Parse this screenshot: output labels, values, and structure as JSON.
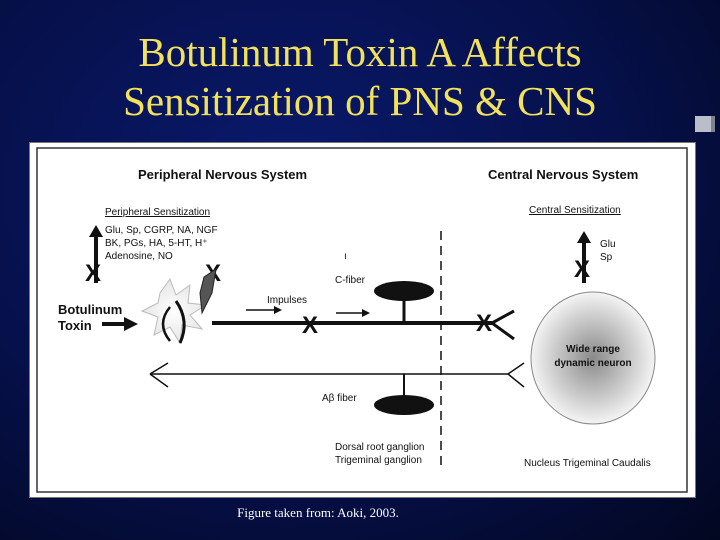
{
  "title": {
    "line1": "Botulinum Toxin A Affects",
    "line2": "Sensitization of PNS & CNS"
  },
  "diagram": {
    "pns_header": "Peripheral Nervous System",
    "cns_header": "Central Nervous System",
    "peripheral_sensitization": "Peripheral Sensitization",
    "mediators": [
      "Glu, Sp, CGRP, NA, NGF",
      "BK, PGs, HA, 5-HT, H⁺",
      "Adenosine, NO"
    ],
    "central_sensitization": "Central Sensitization",
    "central_mediators": [
      "Glu",
      "Sp"
    ],
    "botulinum_label": [
      "Botulinum",
      "Toxin"
    ],
    "impulses": "Impulses",
    "c_fiber": "C-fiber",
    "a_beta_fiber": "Aβ fiber",
    "wdr_label": [
      "Wide range",
      "dynamic neuron"
    ],
    "drg_label": [
      "Dorsal root ganglion",
      "Trigeminal ganglion"
    ],
    "ntc_label": "Nucleus Trigeminal Caudalis",
    "block_mark": "X"
  },
  "caption": "Figure taken from: Aoki, 2003.",
  "colors": {
    "title": "#f2e15a",
    "background": "#06104a",
    "caption": "#ffffff"
  }
}
